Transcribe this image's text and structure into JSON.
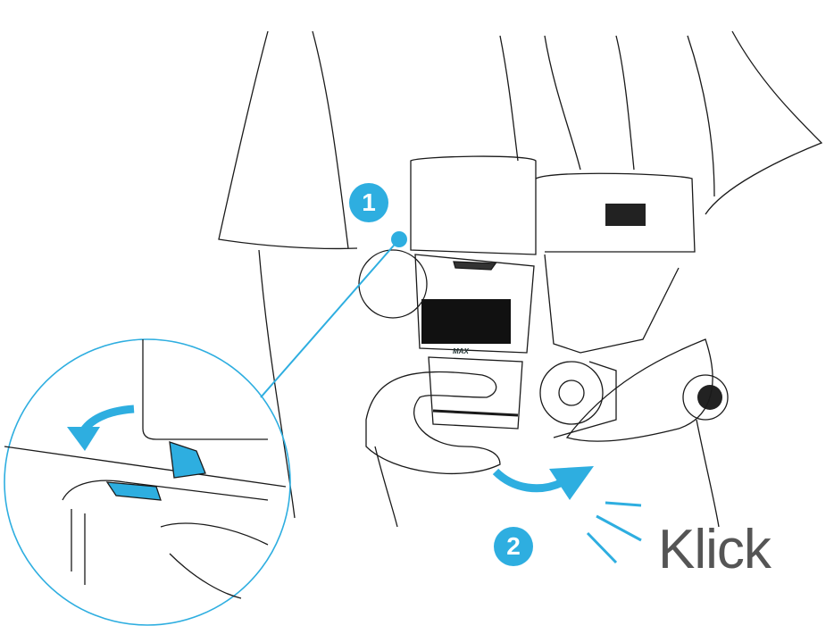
{
  "steps": [
    {
      "number": "1"
    },
    {
      "number": "2"
    }
  ],
  "sound_label": "Klick",
  "bin_label": "MAX",
  "colors": {
    "accent": "#2eaee0",
    "line": "#1a1a1a",
    "text": "#555555"
  }
}
